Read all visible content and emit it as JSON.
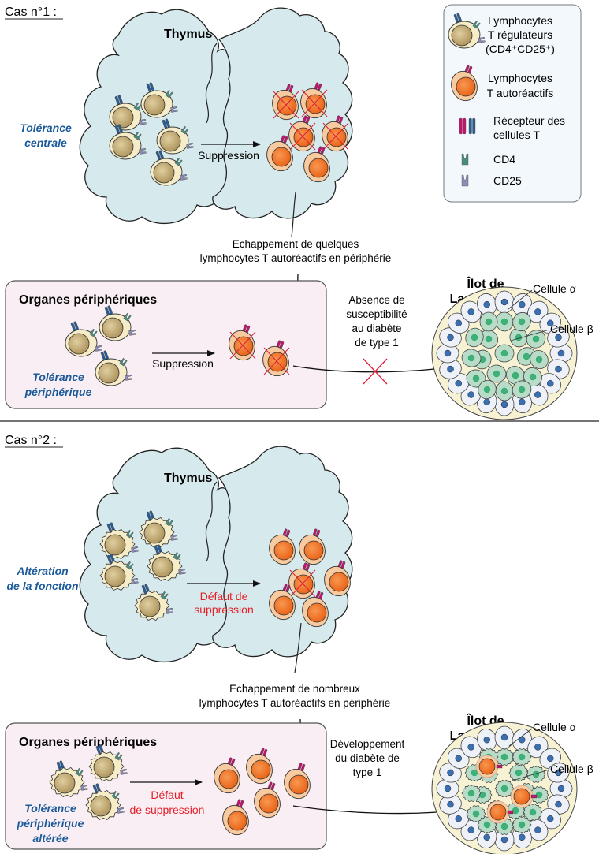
{
  "colors": {
    "thymus_fill": "#d6e9ec",
    "peripheral_fill": "#f9eef3",
    "legend_fill": "#f2f8fc",
    "treg_nucleus": "#b49a64",
    "treg_cytoplasm": "#f6edc8",
    "auto_nucleus": "#f07020",
    "auto_cytoplasm": "#f7caa0",
    "tcr_pink": "#c0156c",
    "tcr_blue": "#2a5c94",
    "cd4": "#4a8c80",
    "cd25": "#8c8cb8",
    "cross_red": "#e0203c",
    "label_blue": "#1a5a9a",
    "label_red": "#e61e28",
    "alpha_cell": "#eef2f8",
    "alpha_nucleus": "#3a70b0",
    "beta_cell": "#b8dcc8",
    "beta_nucleus": "#40b07a",
    "islet_fill": "#f8f2d4"
  },
  "legend": {
    "items": [
      {
        "icon": "treg-cell-icon",
        "label_lines": [
          "Lymphocytes",
          "T régulateurs",
          "(CD4⁺CD25⁺)"
        ]
      },
      {
        "icon": "autoreactive-cell-icon",
        "label_lines": [
          "Lymphocytes",
          "T autoréactifs"
        ]
      },
      {
        "icon": "t-cell-receptor-icon",
        "label_lines": [
          "Récepteur des",
          "cellules T"
        ]
      },
      {
        "icon": "cd4-icon",
        "label_lines": [
          "CD4"
        ]
      },
      {
        "icon": "cd25-icon",
        "label_lines": [
          "CD25"
        ]
      }
    ]
  },
  "case1": {
    "title": "Cas n°1 :",
    "thymus_label": "Thymus",
    "side_label_lines": [
      "Tolérance",
      "centrale"
    ],
    "thymus_arrow_label": "Suppression",
    "escape_label_lines": [
      "Echappement de quelques",
      "lymphocytes T autoréactifs en périphérie"
    ],
    "peripheral_title": "Organes périphériques",
    "peripheral_side_label_lines": [
      "Tolérance",
      "périphérique"
    ],
    "peripheral_arrow_label": "Suppression",
    "outcome_label_lines": [
      "Absence de",
      "susceptibilité",
      "au diabète",
      "de type 1"
    ],
    "islet_title_lines": [
      "Îlot de",
      "Langerhans"
    ],
    "alpha_label": "Cellule α",
    "beta_label": "Cellule β"
  },
  "case2": {
    "title": "Cas n°2 :",
    "thymus_label": "Thymus",
    "side_label_lines": [
      "Altération",
      "de la fonction"
    ],
    "thymus_arrow_label_lines": [
      "Défaut de",
      "suppression"
    ],
    "escape_label_lines": [
      "Echappement de nombreux",
      "lymphocytes T autoréactifs en périphérie"
    ],
    "peripheral_title": "Organes périphériques",
    "peripheral_side_label_lines": [
      "Tolérance",
      "périphérique",
      "altérée"
    ],
    "peripheral_arrow_label_lines": [
      "Défaut",
      "de suppression"
    ],
    "outcome_label_lines": [
      "Développement",
      "du diabète de",
      "type 1"
    ],
    "islet_title_lines": [
      "Îlot de",
      "Langerhans"
    ],
    "alpha_label": "Cellule α",
    "beta_label": "Cellule β"
  }
}
